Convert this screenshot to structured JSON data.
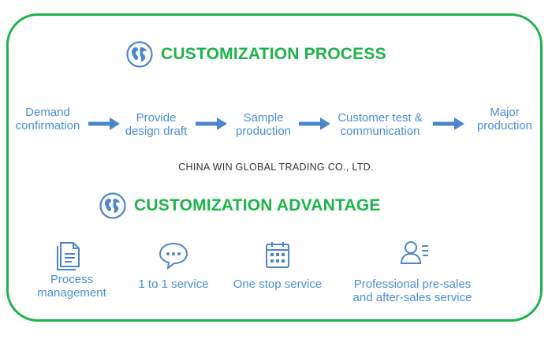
{
  "process": {
    "title": "CUSTOMIZATION PROCESS",
    "steps": [
      {
        "line1": "Demand",
        "line2": "confirmation"
      },
      {
        "line1": "Provide",
        "line2": "design draft"
      },
      {
        "line1": "Sample",
        "line2": "production"
      },
      {
        "line1": "Customer test &",
        "line2": "communication"
      },
      {
        "line1": "Major",
        "line2": "production"
      }
    ]
  },
  "company": "CHINA WIN GLOBAL TRADING CO., LTD.",
  "advantage": {
    "title": "CUSTOMIZATION ADVANTAGE",
    "items": [
      {
        "line1": "Process",
        "line2": "management",
        "icon": "document-icon"
      },
      {
        "line1": "1 to 1 service",
        "line2": "",
        "icon": "chat-bubble-icon"
      },
      {
        "line1": "One stop service",
        "line2": "",
        "icon": "calendar-icon"
      },
      {
        "line1": "Professional pre-sales",
        "line2": "and after-sales service",
        "icon": "user-list-icon"
      }
    ]
  },
  "colors": {
    "accent_green": "#1db34a",
    "text_blue": "#4a8fd4",
    "arrow_blue": "#4a86c8"
  }
}
